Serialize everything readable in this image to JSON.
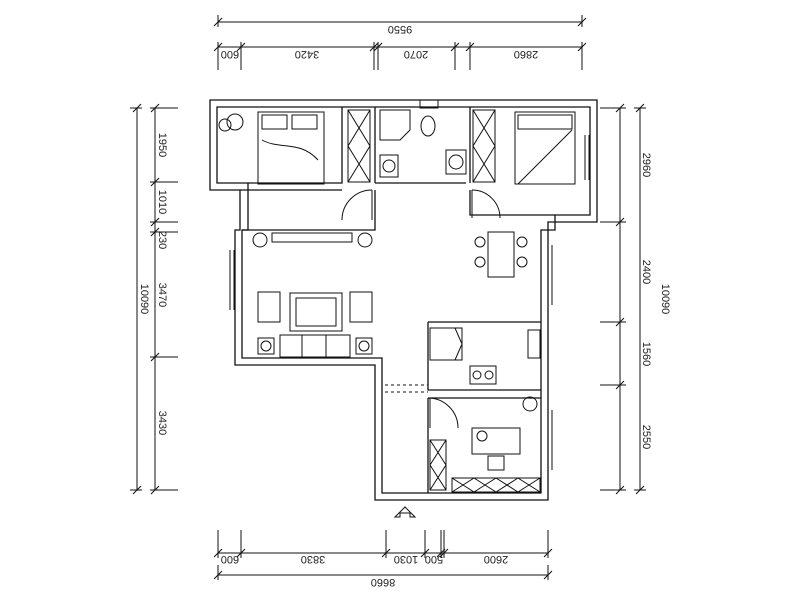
{
  "dimensions": {
    "top": {
      "total": "9550",
      "segments": [
        "600",
        "3420",
        "2070",
        "2860"
      ]
    },
    "bottom": {
      "total": "8660",
      "segments": [
        "600",
        "3830",
        "1030",
        "500",
        "2600"
      ]
    },
    "left": {
      "total": "10090",
      "segments": [
        "1950",
        "1010",
        "230",
        "3470",
        "3430"
      ]
    },
    "right": {
      "total": "10090",
      "segments": [
        "2960",
        "2400",
        "1560",
        "2550"
      ]
    }
  },
  "colors": {
    "line": "#111111",
    "background": "#ffffff"
  }
}
